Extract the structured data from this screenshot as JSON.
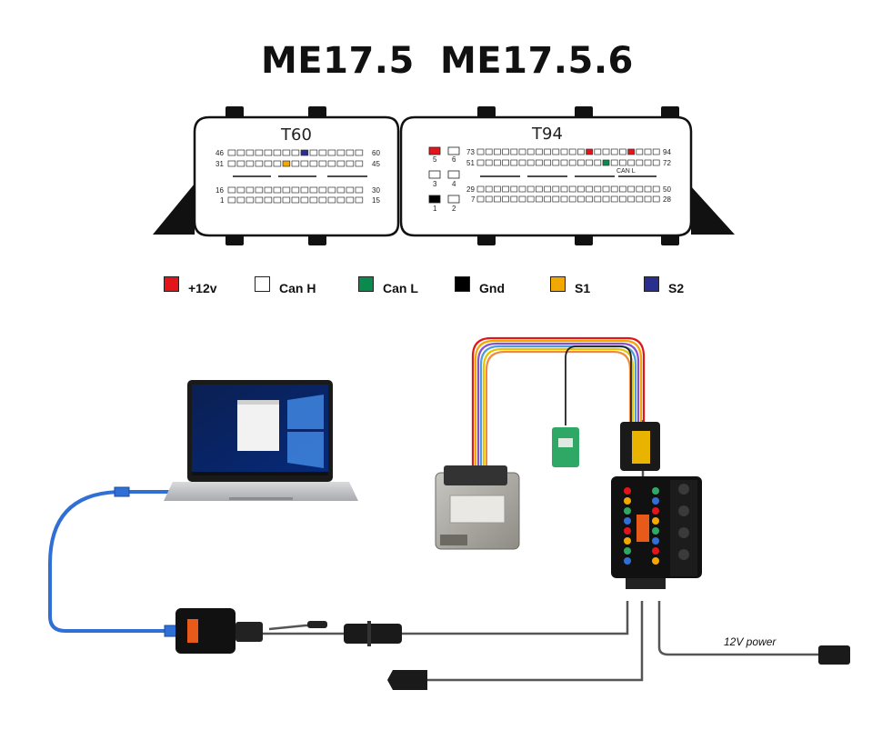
{
  "titles": [
    "ME17.5",
    "ME17.5.6"
  ],
  "connectors": {
    "left": {
      "label": "T60",
      "pins": {
        "top_row_left": "46",
        "top_row_right": "60",
        "row2_left": "31",
        "row2_right": "45",
        "row3_left": "16",
        "row3_right": "30",
        "row4_left": "1",
        "row4_right": "15"
      }
    },
    "right": {
      "label": "T94",
      "pins": {
        "top_row_left": "73",
        "top_row_right": "94",
        "row2_left": "51",
        "row2_right": "72",
        "row3_left": "29",
        "row3_right": "50",
        "row4_left": "7",
        "row4_right": "28"
      },
      "power_pins": [
        "5",
        "6",
        "3",
        "4",
        "1",
        "2"
      ],
      "can_l_label": "CAN L"
    }
  },
  "legend": [
    {
      "label": "+12v",
      "color": "#e3151b"
    },
    {
      "label": "Can H",
      "color": "#ffffff"
    },
    {
      "label": "Can L",
      "color": "#0a8a4c"
    },
    {
      "label": "Gnd",
      "color": "#000000"
    },
    {
      "label": "S1",
      "color": "#f2a800"
    },
    {
      "label": "S2",
      "color": "#2a2f8f"
    }
  ],
  "power_caption": "12V power",
  "colors": {
    "usb_cable": "#2f6fd6",
    "cable": "#555555",
    "wire_bundle": [
      "#e3151b",
      "#f2a800",
      "#8a4fd0",
      "#4d9fd9",
      "#e8c400",
      "#f08a3c"
    ]
  }
}
